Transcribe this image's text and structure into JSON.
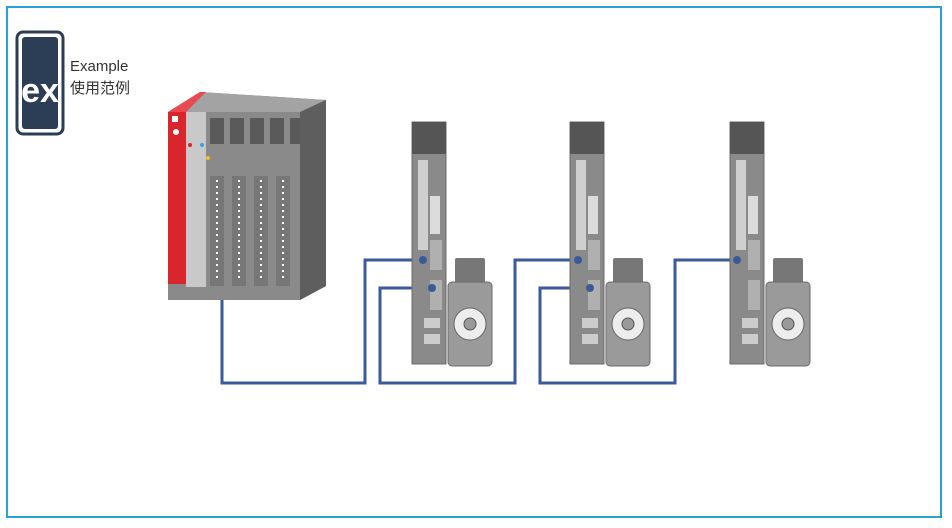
{
  "badge": {
    "logo_text": "ex",
    "label_en": "Example",
    "label_zh": "使用范例"
  },
  "colors": {
    "frame": "#29a3d6",
    "cable": "#3a5a9a",
    "plc_red": "#d9262c",
    "plc_body": "#7d7d7d",
    "drive_body": "#8a8a8a",
    "motor": "#8c8c8c"
  },
  "diagram": {
    "devices": [
      {
        "id": "plc",
        "kind": "plc-rack-icon"
      },
      {
        "id": "drive-1",
        "kind": "servo-drive-icon"
      },
      {
        "id": "motor-1",
        "kind": "servo-motor-icon"
      },
      {
        "id": "drive-2",
        "kind": "servo-drive-icon"
      },
      {
        "id": "motor-2",
        "kind": "servo-motor-icon"
      },
      {
        "id": "drive-3",
        "kind": "servo-drive-icon"
      },
      {
        "id": "motor-3",
        "kind": "servo-motor-icon"
      }
    ],
    "connections": [
      {
        "from": "plc",
        "to": "drive-1"
      },
      {
        "from": "drive-1",
        "to": "drive-2"
      },
      {
        "from": "drive-2",
        "to": "drive-3"
      }
    ]
  }
}
